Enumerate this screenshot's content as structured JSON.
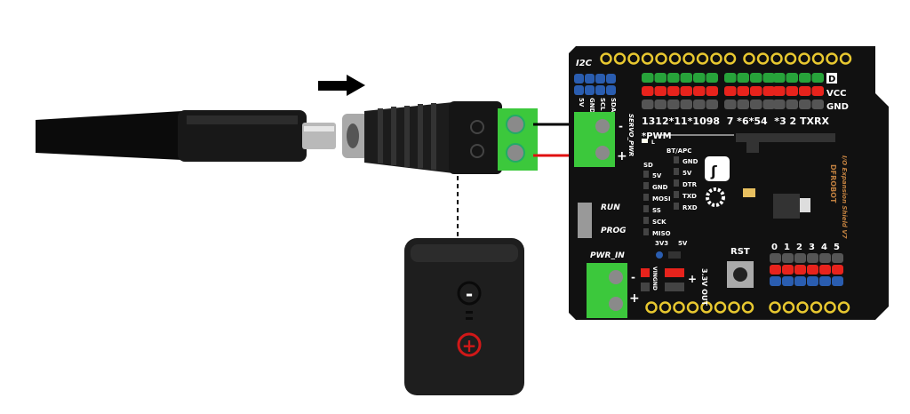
{
  "board": {
    "i2c_label": "I2C",
    "i2c_pins": [
      "5V",
      "GND",
      "SCL",
      "SDA"
    ],
    "row_labels": [
      "D",
      "VCC",
      "GND"
    ],
    "digital_pins": "1312*11*1098  7 *6*54  *3 2 TXRX",
    "pwm_label": "*PWM",
    "led_label": "L",
    "servo_pwr": "SERVO_PWR",
    "minus": "-",
    "plus": "+",
    "bt_label": "BT/APC",
    "bt_pins": [
      "GND",
      "5V",
      "DTR",
      "TXD",
      "RXD"
    ],
    "sd_label": "SD",
    "sd_pins": [
      "5V",
      "GND",
      "MOSI",
      "SS",
      "SCK",
      "MISO"
    ],
    "run": "RUN",
    "prog": "PROG",
    "pwr_in": "PWR_IN",
    "v3v3": "3V3",
    "v5v": "5V",
    "vin_gnd": "VINGND",
    "out_33": "3.3V OUT",
    "rst": "RST",
    "analog_pins": [
      "0",
      "1",
      "2",
      "3",
      "4",
      "5"
    ],
    "brand": "DFROBOT",
    "model": "I/O Expansion Shield V7"
  },
  "closeup": {
    "minus": "-",
    "plus": "+"
  },
  "colors": {
    "board": "#111111",
    "terminal": "#3cc83c",
    "red_wire": "#e01010",
    "header_red": "#e8231c",
    "header_green": "#27a33a",
    "header_blue": "#2a5db0",
    "gold": "#e8c830"
  }
}
